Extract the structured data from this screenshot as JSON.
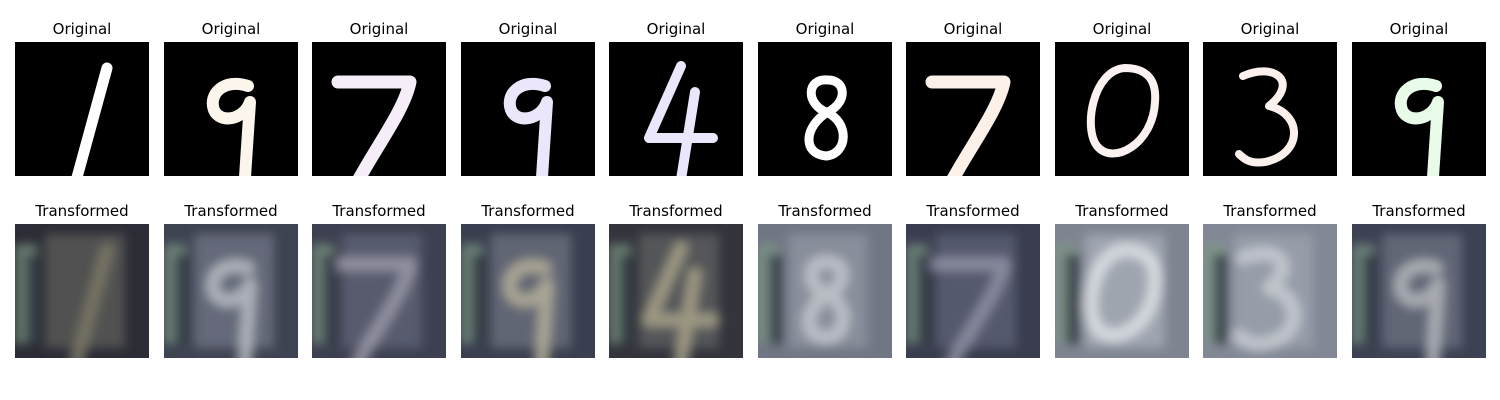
{
  "labels": {
    "original": "Original",
    "transformed": "Transformed"
  },
  "samples": [
    {
      "digit": "1",
      "tint": "#ffffff"
    },
    {
      "digit": "9",
      "tint": "#fbf5ec"
    },
    {
      "digit": "7",
      "tint": "#f5eef8"
    },
    {
      "digit": "9",
      "tint": "#ece6fb"
    },
    {
      "digit": "4",
      "tint": "#eae6fb"
    },
    {
      "digit": "8",
      "tint": "#ffffff"
    },
    {
      "digit": "7",
      "tint": "#fbf1e8"
    },
    {
      "digit": "0",
      "tint": "#fbf1f1"
    },
    {
      "digit": "3",
      "tint": "#fbf0ec"
    },
    {
      "digit": "9",
      "tint": "#e8fbe8"
    }
  ],
  "transformed_palette": [
    {
      "bg": "#2b2c35",
      "mid": "#5b5a58",
      "hi": "#7c7a67"
    },
    {
      "bg": "#3e4352",
      "mid": "#6e7384",
      "hi": "#b9bcc2"
    },
    {
      "bg": "#3d4050",
      "mid": "#5e6275",
      "hi": "#9a9aa8"
    },
    {
      "bg": "#3a3f50",
      "mid": "#6a6f7d",
      "hi": "#b6b09a"
    },
    {
      "bg": "#33343c",
      "mid": "#5d5f60",
      "hi": "#a8a38a"
    },
    {
      "bg": "#707684",
      "mid": "#8d93a0",
      "hi": "#c3c7cc"
    },
    {
      "bg": "#3a3d4f",
      "mid": "#5d6075",
      "hi": "#8f91a5"
    },
    {
      "bg": "#7e8490",
      "mid": "#a8adb8",
      "hi": "#dfe2e6"
    },
    {
      "bg": "#828895",
      "mid": "#9ba1ad",
      "hi": "#c9ccd2"
    },
    {
      "bg": "#3c4153",
      "mid": "#6a6f80",
      "hi": "#b5b7bb"
    }
  ]
}
